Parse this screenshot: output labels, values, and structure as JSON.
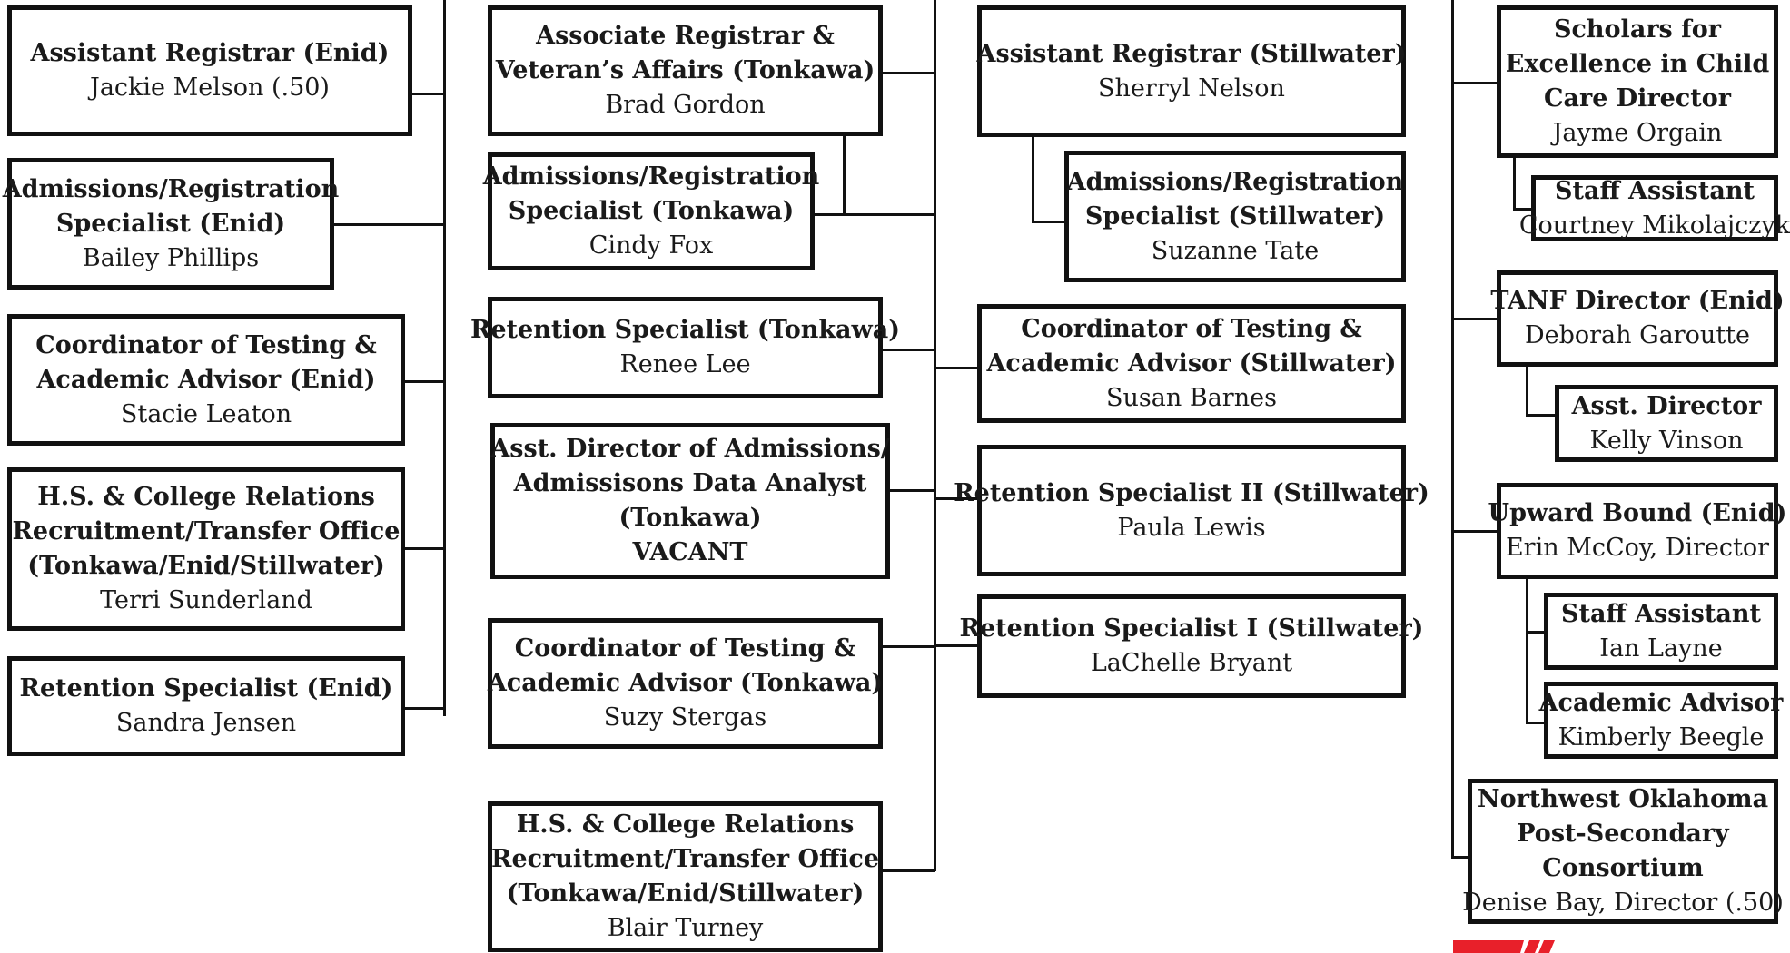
{
  "boxes": [
    {
      "id": "asst-registrar-enid",
      "lines": [
        "Assistant Registrar (Enid)"
      ],
      "name": "Jackie Melson (.50)"
    },
    {
      "id": "adm-reg-enid",
      "lines": [
        "Admissions/Registration",
        "Specialist (Enid)"
      ],
      "name": "Bailey Phillips"
    },
    {
      "id": "coord-testing-enid",
      "lines": [
        "Coordinator of Testing &",
        "Academic Advisor (Enid)"
      ],
      "name": "Stacie Leaton"
    },
    {
      "id": "hs-college-terri",
      "lines": [
        "H.S. & College Relations",
        "Recruitment/Transfer Office",
        "(Tonkawa/Enid/Stillwater)"
      ],
      "name": "Terri Sunderland"
    },
    {
      "id": "retention-enid",
      "lines": [
        "Retention Specialist (Enid)"
      ],
      "name": "Sandra Jensen"
    },
    {
      "id": "assoc-registrar-tonkawa",
      "lines": [
        "Associate Registrar &",
        "Veteran’s Affairs (Tonkawa)"
      ],
      "name": "Brad Gordon"
    },
    {
      "id": "adm-reg-tonkawa",
      "lines": [
        "Admissions/Registration",
        "Specialist (Tonkawa)"
      ],
      "name": "Cindy Fox"
    },
    {
      "id": "retention-tonkawa",
      "lines": [
        "Retention Specialist (Tonkawa)"
      ],
      "name": "Renee Lee"
    },
    {
      "id": "asst-dir-admissions",
      "lines": [
        "Asst. Director of Admissions/",
        "Admissisons Data Analyst",
        "(Tonkawa)",
        "VACANT"
      ],
      "name": ""
    },
    {
      "id": "coord-testing-tonkawa",
      "lines": [
        "Coordinator of Testing &",
        "Academic Advisor (Tonkawa)"
      ],
      "name": "Suzy Stergas"
    },
    {
      "id": "hs-college-blair",
      "lines": [
        "H.S. & College Relations",
        "Recruitment/Transfer Office",
        "(Tonkawa/Enid/Stillwater)"
      ],
      "name": "Blair Turney"
    },
    {
      "id": "asst-registrar-stillwater",
      "lines": [
        "Assistant Registrar (Stillwater)"
      ],
      "name": "Sherryl Nelson"
    },
    {
      "id": "adm-reg-stillwater",
      "lines": [
        "Admissions/Registration",
        "Specialist (Stillwater)"
      ],
      "name": "Suzanne Tate"
    },
    {
      "id": "coord-testing-stillwater",
      "lines": [
        "Coordinator of Testing &",
        "Academic Advisor (Stillwater)"
      ],
      "name": "Susan Barnes"
    },
    {
      "id": "retention-ii-stillwater",
      "lines": [
        "Retention Specialist II (Stillwater)"
      ],
      "name": "Paula Lewis"
    },
    {
      "id": "retention-i-stillwater",
      "lines": [
        "Retention Specialist I (Stillwater)"
      ],
      "name": "LaChelle Bryant"
    },
    {
      "id": "scholars-director",
      "lines": [
        "Scholars for",
        "Excellence in Child",
        "Care Director"
      ],
      "name": "Jayme Orgain"
    },
    {
      "id": "staff-asst-courtney",
      "lines": [
        "Staff Assistant"
      ],
      "name": "Courtney Mikolajczyk"
    },
    {
      "id": "tanf-director",
      "lines": [
        "TANF Director (Enid)"
      ],
      "name": "Deborah Garoutte"
    },
    {
      "id": "asst-director-kelly",
      "lines": [
        "Asst. Director"
      ],
      "name": "Kelly Vinson"
    },
    {
      "id": "upward-bound",
      "lines": [
        "Upward Bound (Enid)"
      ],
      "name": "Erin McCoy, Director"
    },
    {
      "id": "staff-asst-ian",
      "lines": [
        "Staff Assistant"
      ],
      "name": "Ian Layne"
    },
    {
      "id": "academic-advisor-kimberly",
      "lines": [
        "Academic Advisor"
      ],
      "name": "Kimberly Beegle"
    },
    {
      "id": "nw-oklahoma-consortium",
      "lines": [
        "Northwest Oklahoma",
        "Post-Secondary",
        "Consortium"
      ],
      "name": "Denise Bay, Director (.50)"
    }
  ],
  "colors": {
    "line": "#111111",
    "logo": "#e8202a"
  }
}
